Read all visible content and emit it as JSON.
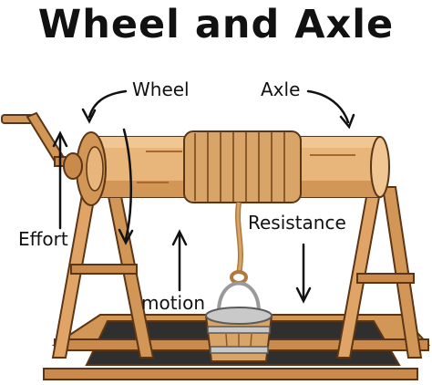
{
  "title": "Wheel and Axle",
  "labels": {
    "wheel": "Wheel",
    "axle": "Axle",
    "effort": "Effort",
    "resistance": "Resistance",
    "motion": "motion"
  },
  "colors": {
    "wood_light": "#e8b57a",
    "wood_mid": "#d29656",
    "wood_dark": "#a8672e",
    "wood_outline": "#5b3515",
    "rope": "#d9a468",
    "pit": "#2f2f2f",
    "bucket_metal": "#c9c9c9",
    "ink": "#111111"
  }
}
